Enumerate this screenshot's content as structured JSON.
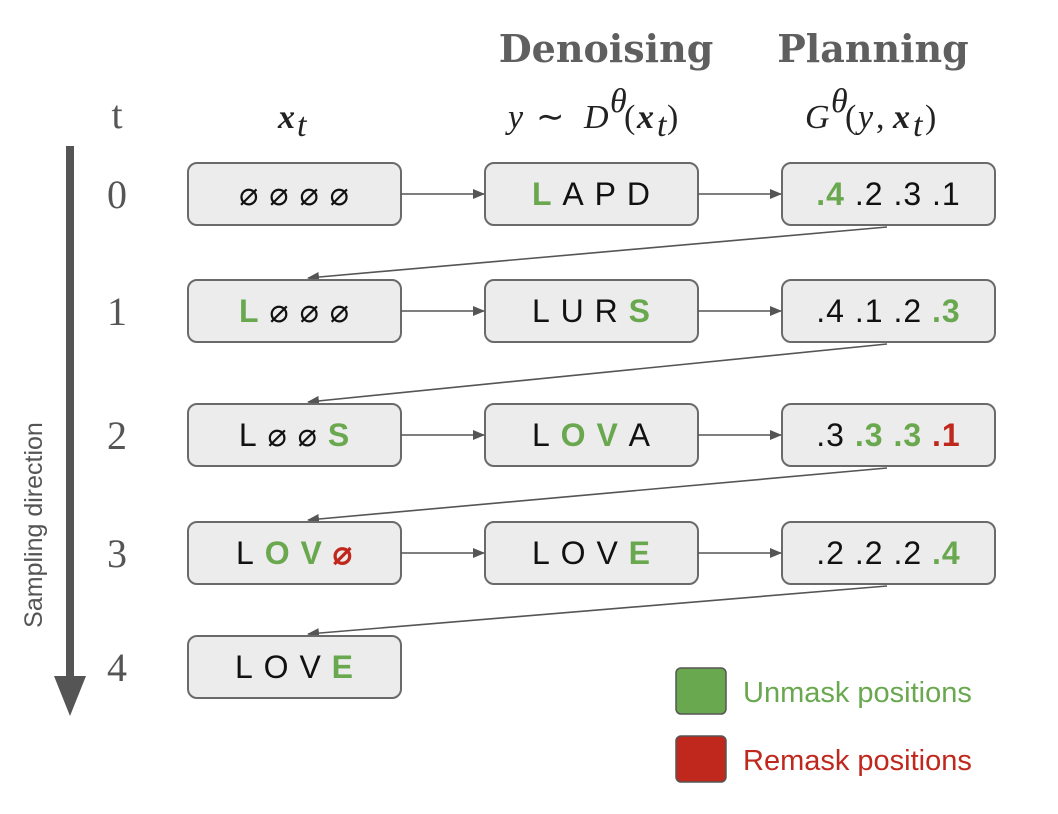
{
  "headers": {
    "col2": "Denoising",
    "col3": "Planning",
    "t": "t",
    "col1_math": "x_t",
    "col2_math": "y ~ D^θ(x_t)",
    "col3_math": "G^θ(y, x_t)"
  },
  "axis_label": "Sampling direction",
  "colors": {
    "green": "#6aa84f",
    "red": "#c0281e",
    "text": "#111111",
    "box_fill": "#ececec",
    "box_stroke": "#6a6a6a"
  },
  "rows": [
    {
      "t": "0",
      "xt": [
        {
          "c": "⌀",
          "s": "n"
        },
        {
          "c": "⌀",
          "s": "n"
        },
        {
          "c": "⌀",
          "s": "n"
        },
        {
          "c": "⌀",
          "s": "n"
        }
      ],
      "y": [
        {
          "c": "L",
          "s": "g"
        },
        {
          "c": "A",
          "s": "n"
        },
        {
          "c": "P",
          "s": "n"
        },
        {
          "c": "D",
          "s": "n"
        }
      ],
      "g": [
        {
          "c": ".4",
          "s": "g"
        },
        {
          "c": ".2",
          "s": "n"
        },
        {
          "c": ".3",
          "s": "n"
        },
        {
          "c": ".1",
          "s": "n"
        }
      ]
    },
    {
      "t": "1",
      "xt": [
        {
          "c": "L",
          "s": "g"
        },
        {
          "c": "⌀",
          "s": "n"
        },
        {
          "c": "⌀",
          "s": "n"
        },
        {
          "c": "⌀",
          "s": "n"
        }
      ],
      "y": [
        {
          "c": "L",
          "s": "n"
        },
        {
          "c": "U",
          "s": "n"
        },
        {
          "c": "R",
          "s": "n"
        },
        {
          "c": "S",
          "s": "g"
        }
      ],
      "g": [
        {
          "c": ".4",
          "s": "n"
        },
        {
          "c": ".1",
          "s": "n"
        },
        {
          "c": ".2",
          "s": "n"
        },
        {
          "c": ".3",
          "s": "g"
        }
      ]
    },
    {
      "t": "2",
      "xt": [
        {
          "c": "L",
          "s": "n"
        },
        {
          "c": "⌀",
          "s": "n"
        },
        {
          "c": "⌀",
          "s": "n"
        },
        {
          "c": "S",
          "s": "g"
        }
      ],
      "y": [
        {
          "c": "L",
          "s": "n"
        },
        {
          "c": "O",
          "s": "g"
        },
        {
          "c": "V",
          "s": "g"
        },
        {
          "c": "A",
          "s": "n"
        }
      ],
      "g": [
        {
          "c": ".3",
          "s": "n"
        },
        {
          "c": ".3",
          "s": "g"
        },
        {
          "c": ".3",
          "s": "g"
        },
        {
          "c": ".1",
          "s": "r"
        }
      ]
    },
    {
      "t": "3",
      "xt": [
        {
          "c": "L",
          "s": "n"
        },
        {
          "c": "O",
          "s": "g"
        },
        {
          "c": "V",
          "s": "g"
        },
        {
          "c": "⌀",
          "s": "r"
        }
      ],
      "y": [
        {
          "c": "L",
          "s": "n"
        },
        {
          "c": "O",
          "s": "n"
        },
        {
          "c": "V",
          "s": "n"
        },
        {
          "c": "E",
          "s": "g"
        }
      ],
      "g": [
        {
          "c": ".2",
          "s": "n"
        },
        {
          "c": ".2",
          "s": "n"
        },
        {
          "c": ".2",
          "s": "n"
        },
        {
          "c": ".4",
          "s": "g"
        }
      ]
    },
    {
      "t": "4",
      "xt": [
        {
          "c": "L",
          "s": "n"
        },
        {
          "c": "O",
          "s": "n"
        },
        {
          "c": "V",
          "s": "n"
        },
        {
          "c": "E",
          "s": "g"
        }
      ]
    }
  ],
  "legend": [
    {
      "label": "Unmask positions",
      "color": "#6aa84f"
    },
    {
      "label": "Remask positions",
      "color": "#c0281e"
    }
  ]
}
